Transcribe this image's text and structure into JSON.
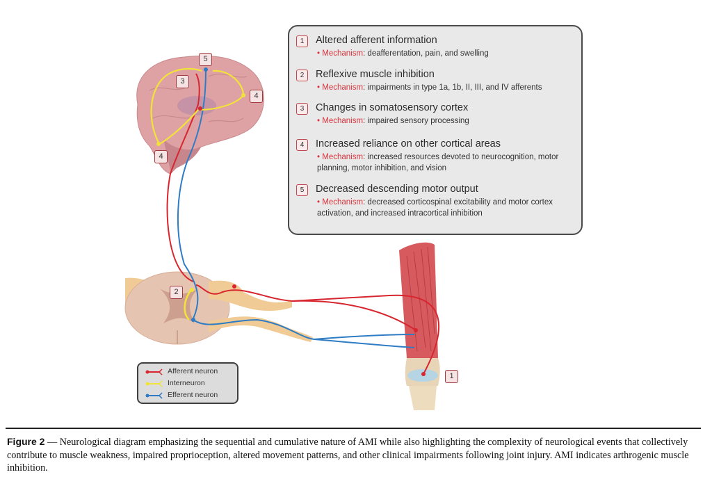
{
  "mechanisms": [
    {
      "number": "1",
      "title": "Altered afferent information",
      "mechanism_label": "Mechanism",
      "mechanism_text": ": deafferentation, pain, and swelling"
    },
    {
      "number": "2",
      "title": "Reflexive muscle inhibition",
      "mechanism_label": "Mechanism",
      "mechanism_text": ": impairments in type 1a, 1b, II, III, and IV afferents"
    },
    {
      "number": "3",
      "title": "Changes in somatosensory cortex",
      "mechanism_label": "Mechanism",
      "mechanism_text": ": impaired sensory processing"
    },
    {
      "number": "4",
      "title": "Increased reliance on other cortical areas",
      "mechanism_label": "Mechanism",
      "mechanism_text": ": increased resources devoted to neurocognition, motor planning, motor inhibition, and vision"
    },
    {
      "number": "5",
      "title": "Decreased descending motor output",
      "mechanism_label": "Mechanism",
      "mechanism_text": ": decreased corticospinal excitability and motor cortex activation, and increased intracortical inhibition"
    }
  ],
  "bullet": "•",
  "diagram_badges": {
    "brain_5": "5",
    "brain_3": "3",
    "brain_4_front": "4",
    "brain_4_back": "4",
    "spinal_2": "2",
    "knee_1": "1"
  },
  "legend": [
    {
      "label": "Afferent neuron",
      "color": "#d8262f"
    },
    {
      "label": "Interneuron",
      "color": "#f2e33a"
    },
    {
      "label": "Efferent neuron",
      "color": "#2f7cc4"
    }
  ],
  "colors": {
    "afferent": "#d8262f",
    "interneuron": "#f2e33a",
    "efferent": "#2f7cc4",
    "mechanism_accent": "#d8353f"
  },
  "caption": {
    "label": "Figure 2",
    "dash": " — ",
    "text": "Neurological diagram emphasizing the sequential and cumulative nature of AMI while also highlighting the complexity of neurological events that collectively contribute to muscle weakness, impaired proprioception, altered movement patterns, and other clinical impairments following joint injury. AMI indicates arthrogenic muscle inhibition."
  }
}
